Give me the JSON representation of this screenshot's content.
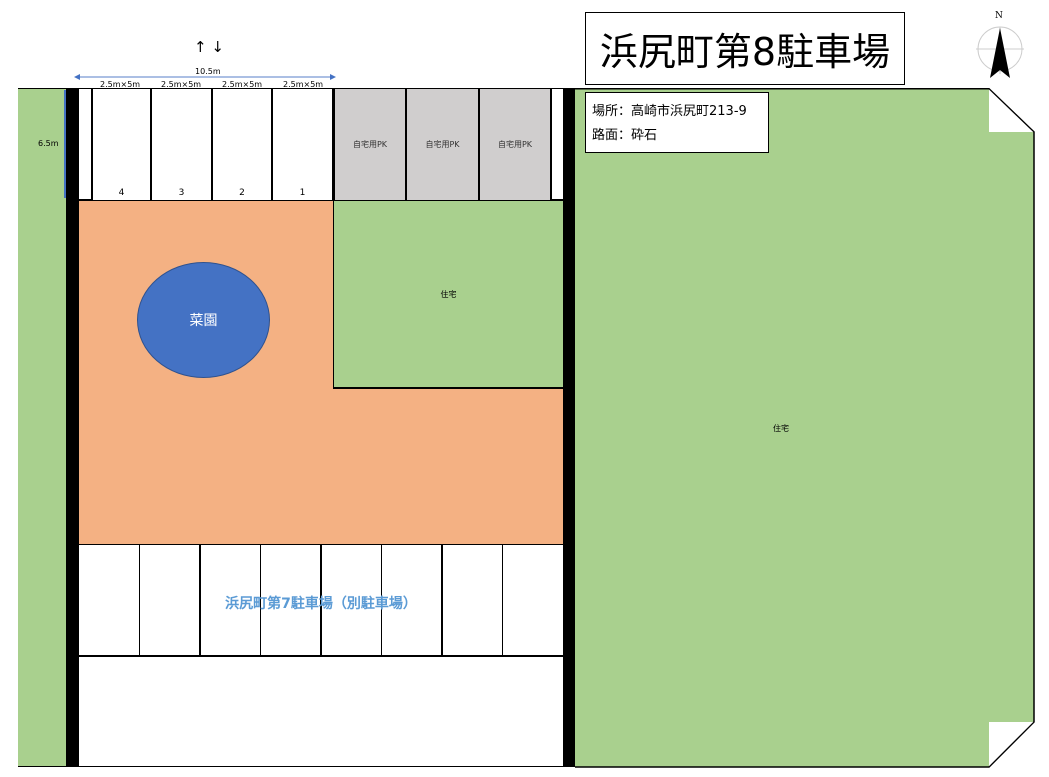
{
  "title": "浜尻町第8駐車場",
  "info": {
    "location": "場所：高崎市浜尻町213-9",
    "surface": "路面：砕石"
  },
  "compass": {
    "label": "N"
  },
  "direction_arrows": "↑ ↓",
  "dimensions": {
    "total_width": "10.5m",
    "depth": "6.5m",
    "slot_size": "2.5m×5m"
  },
  "top_slots": [
    {
      "number": "4"
    },
    {
      "number": "3"
    },
    {
      "number": "2"
    },
    {
      "number": "1"
    }
  ],
  "private_parking": [
    "自宅用PK",
    "自宅用PK",
    "自宅用PK"
  ],
  "house_small": "住宅",
  "house_large": "住宅",
  "garden": "菜園",
  "other_lot": "浜尻町第7駐車場（別駐車場）",
  "colors": {
    "green": "#a9d08e",
    "orange": "#f4b183",
    "gray": "#d0cece",
    "garden": "#4472c4",
    "dim": "#4472c4"
  }
}
